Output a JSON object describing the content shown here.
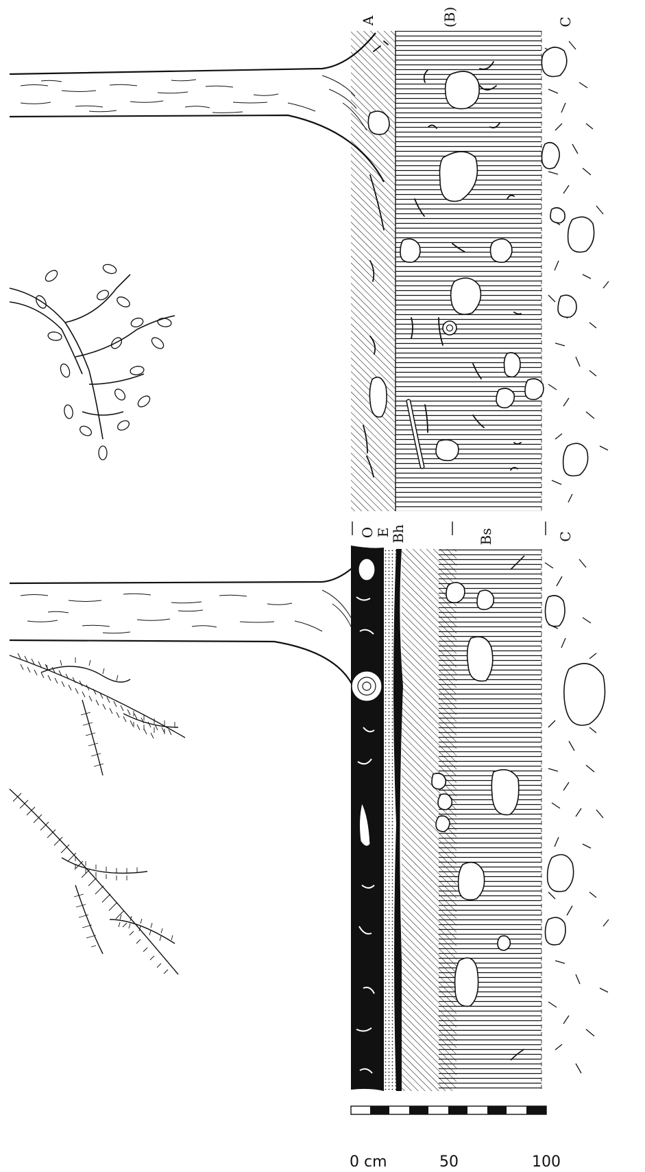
{
  "profile_top": {
    "horizon_labels": {
      "a": "A",
      "b": "(B)",
      "c": "C"
    }
  },
  "profile_bottom": {
    "horizon_labels": {
      "o": "O",
      "e": "E",
      "bh": "Bh",
      "bs": "Bs",
      "c": "C"
    }
  },
  "scale_bar": {
    "label_0": "0 cm",
    "label_50": "50",
    "label_100": "100"
  },
  "colors": {
    "ink": "#111111",
    "paper": "#ffffff",
    "pale_stone": "#f4f4f4"
  }
}
